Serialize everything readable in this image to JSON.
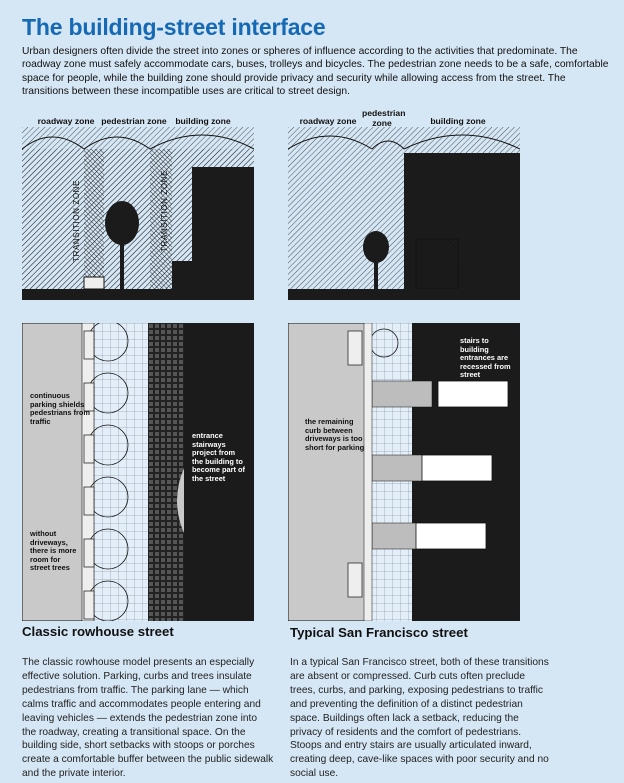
{
  "title": "The building-street interface",
  "intro": "Urban designers often divide the street into zones or spheres of influence according to the activities that predominate. The roadway zone must safely accommodate cars, buses, trolleys and bicycles. The pedestrian zone needs to be a safe, comfortable space for people, while the building zone should provide privacy and security while allowing access from the street. The transitions between these incompatible uses are critical to street design.",
  "left_section": {
    "zone_labels": {
      "roadway": "roadway zone",
      "pedestrian": "pedestrian zone",
      "building": "building zone"
    },
    "transition_labels": [
      "TRANSITION ZONE",
      "TRANSITION ZONE"
    ],
    "annotations": {
      "parking": "continuous parking shields pedestrians from traffic",
      "entrance": "entrance stairways project from the building to become part of the street",
      "driveways": "without driveways, there is more room for street trees"
    },
    "caption": "Classic rowhouse street",
    "body": "The classic rowhouse model presents an especially effective solution. Parking, curbs and trees insulate pedestrians from traffic. The parking lane — which calms traffic and accommodates people entering and leaving vehicles — extends the pedestrian zone into the roadway, creating a transitional space. On the building side, short setbacks with stoops or porches create a comfortable buffer between the public sidewalk and the private interior."
  },
  "right_section": {
    "zone_labels": {
      "roadway": "roadway zone",
      "pedestrian": "pedestrian zone",
      "building": "building zone"
    },
    "annotations": {
      "stairs": "stairs to building entrances are recessed from street",
      "curb": "the remaining curb between driveways is too short for parking"
    },
    "caption": "Typical San Francisco street",
    "body": "In a typical San Francisco street, both of these transitions are absent or compressed. Curb cuts often preclude trees, curbs, and parking, exposing pedestrians to traffic and preventing the definition of a distinct pedestrian space. Buildings often lack a setback, reducing the privacy of residents and the comfort of pedestrians. Stoops and entry stairs are usually articulated inward, creating deep, cave-like spaces with poor security and no social use."
  },
  "colors": {
    "title": "#1669b5",
    "background": "#d5e6f4",
    "dark": "#1b1b1b",
    "road": "#c9c9c9",
    "sidewalk": "#e3eef8"
  }
}
